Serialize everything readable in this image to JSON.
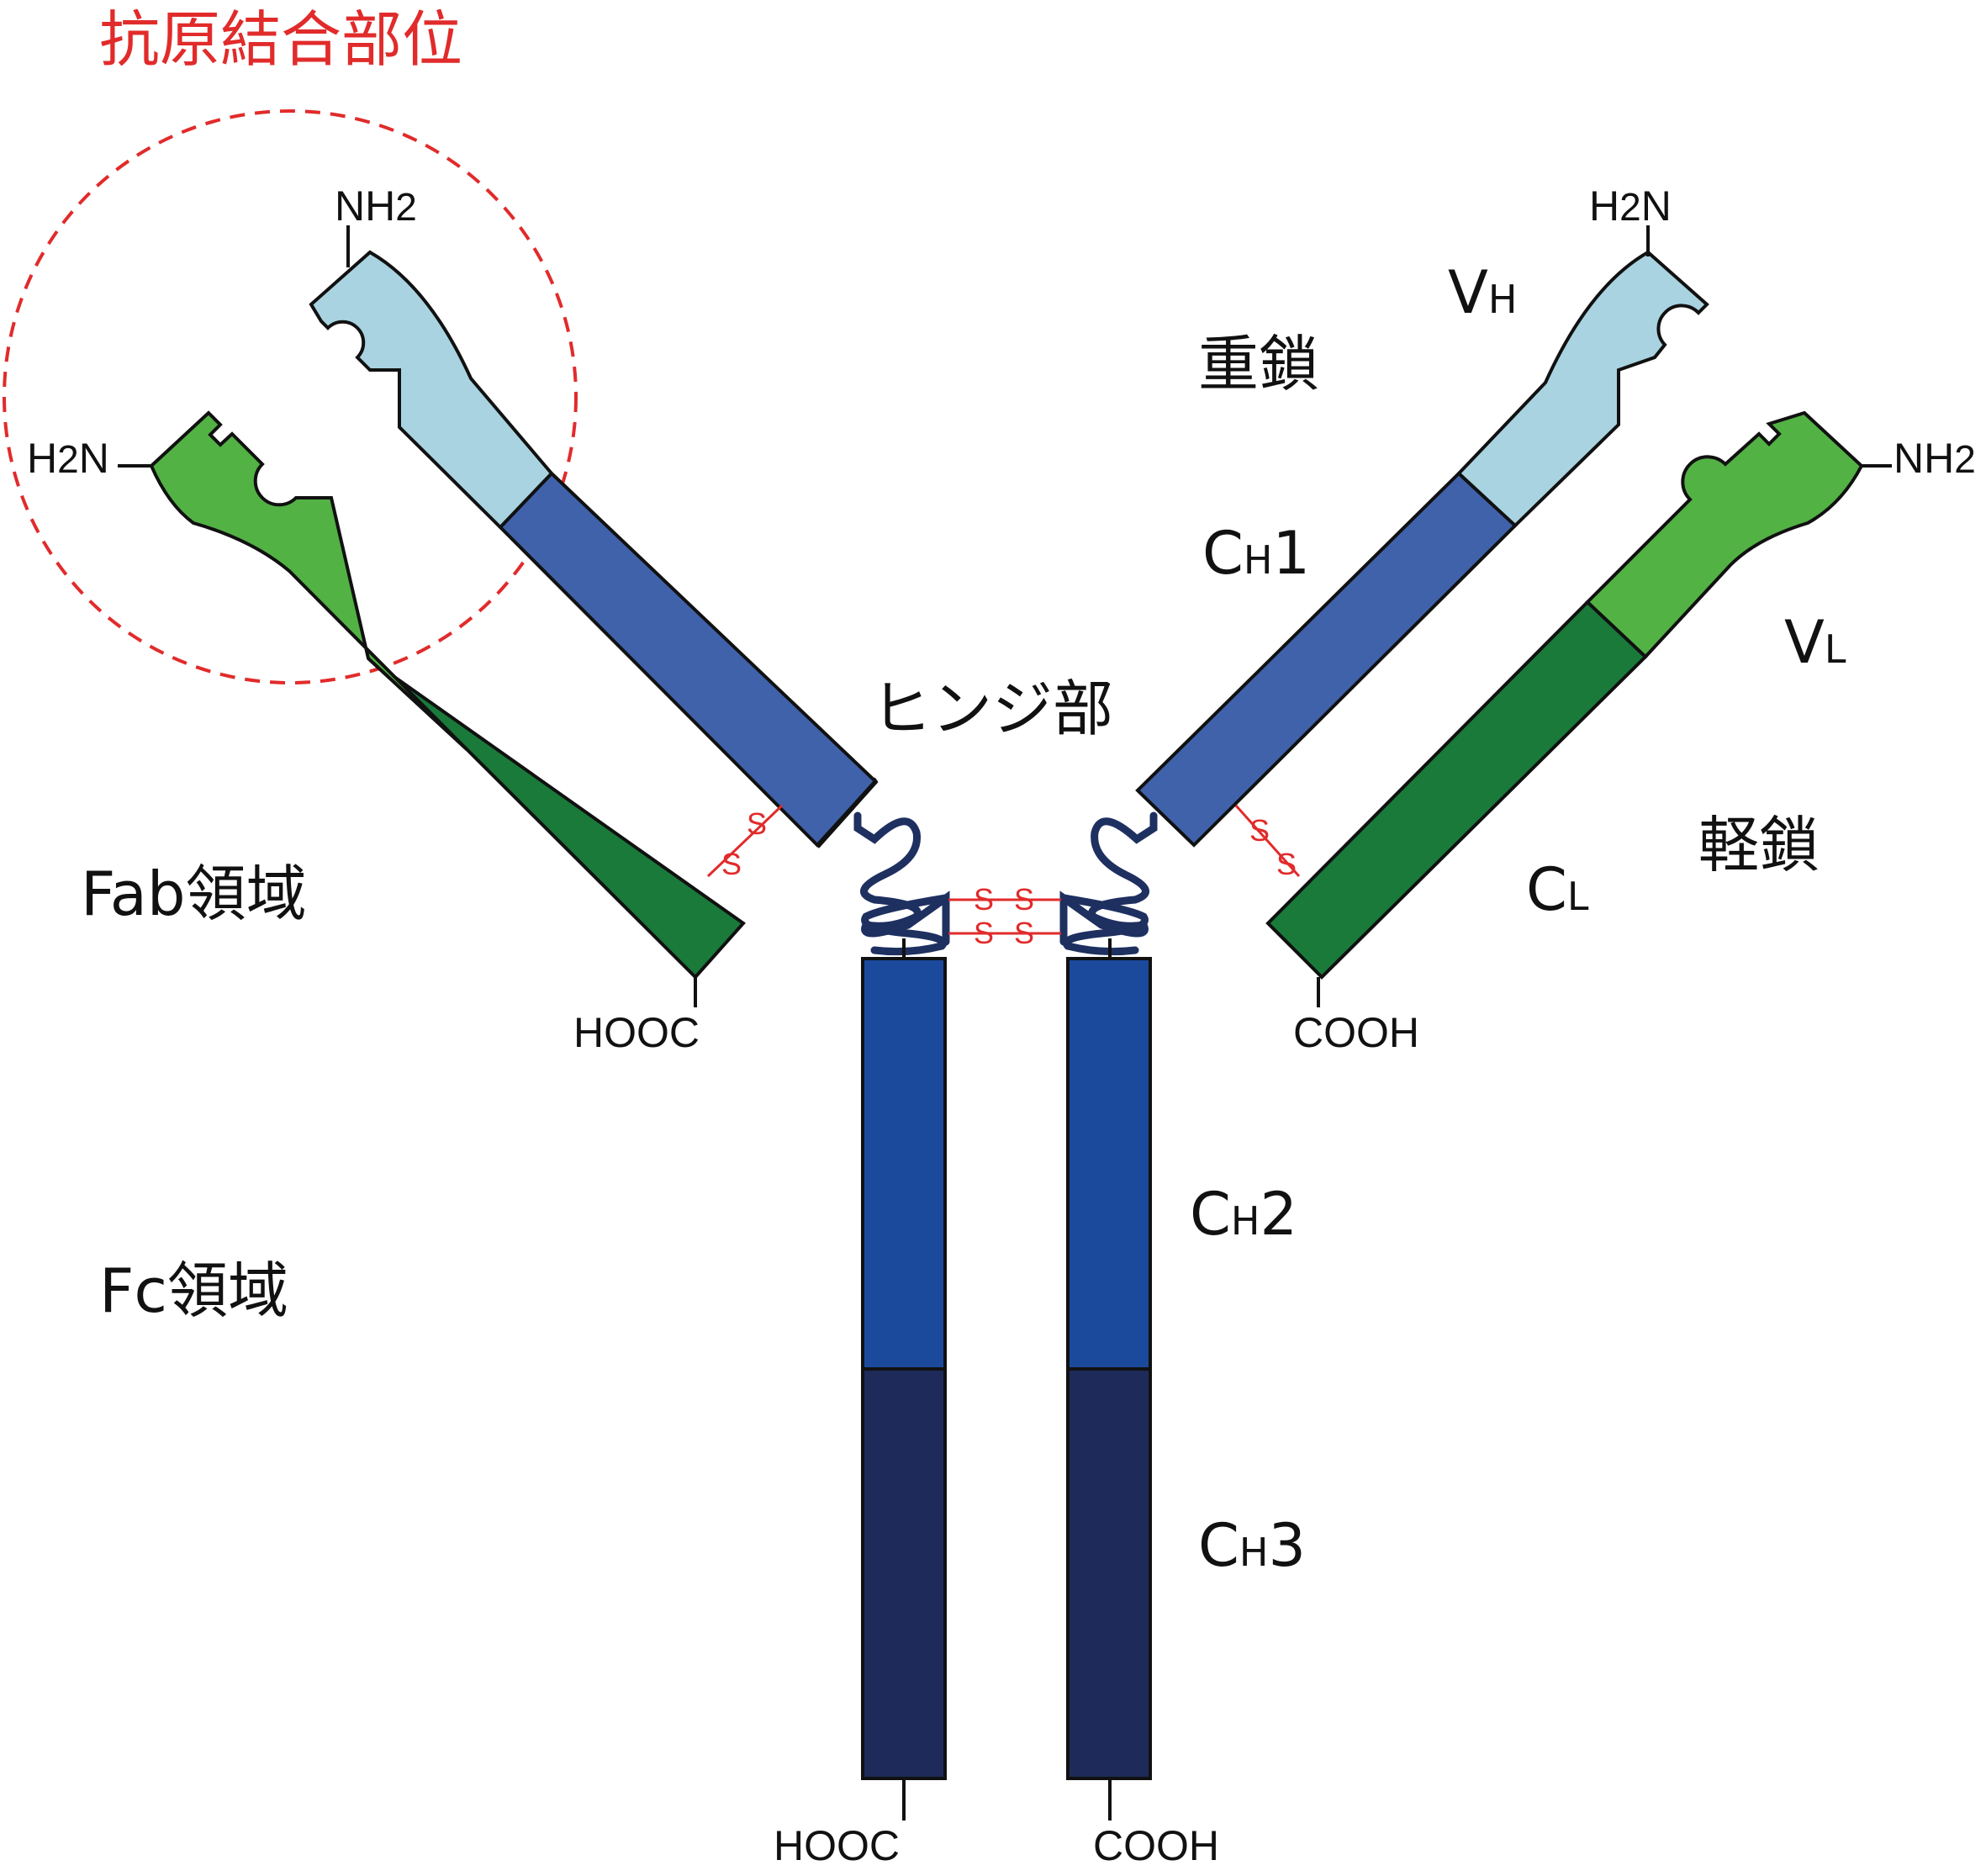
{
  "colors": {
    "light_blue": "#a9d3e1",
    "mid_blue": "#4062ab",
    "blue": "#1b4a9d",
    "navy": "#1e2b5a",
    "light_green": "#52b244",
    "dark_green": "#1a7a3a",
    "red": "#e12b2b",
    "hinge": "#1e3060"
  },
  "labels": {
    "antigen_site": "抗原結合部位",
    "heavy_chain": "重鎖",
    "light_chain": "軽鎖",
    "hinge": "ヒンジ部",
    "fab": "Fab領域",
    "fc": "Fc領域",
    "vh_main": "V",
    "vh_sub": "H",
    "vl_main": "V",
    "vl_sub": "L",
    "cl_main": "C",
    "cl_sub": "L",
    "ch1_c": "C",
    "ch1_sub": "H",
    "ch1_num": "1",
    "ch2_c": "C",
    "ch2_sub": "H",
    "ch2_num": "2",
    "ch3_c": "C",
    "ch3_sub": "H",
    "ch3_num": "3"
  },
  "termini": {
    "left_heavy_n_a": "NH",
    "left_heavy_n_b": "2",
    "left_light_n_a": "H",
    "left_light_n_b": "2",
    "left_light_n_c": "N",
    "right_heavy_n_a": "H",
    "right_heavy_n_b": "2",
    "right_heavy_n_c": "N",
    "right_light_n_a": "NH",
    "right_light_n_b": "2",
    "left_light_c": "HOOC",
    "right_light_c": "COOH",
    "left_fc_c": "HOOC",
    "right_fc_c": "COOH"
  },
  "disulfide": {
    "s": "S"
  }
}
